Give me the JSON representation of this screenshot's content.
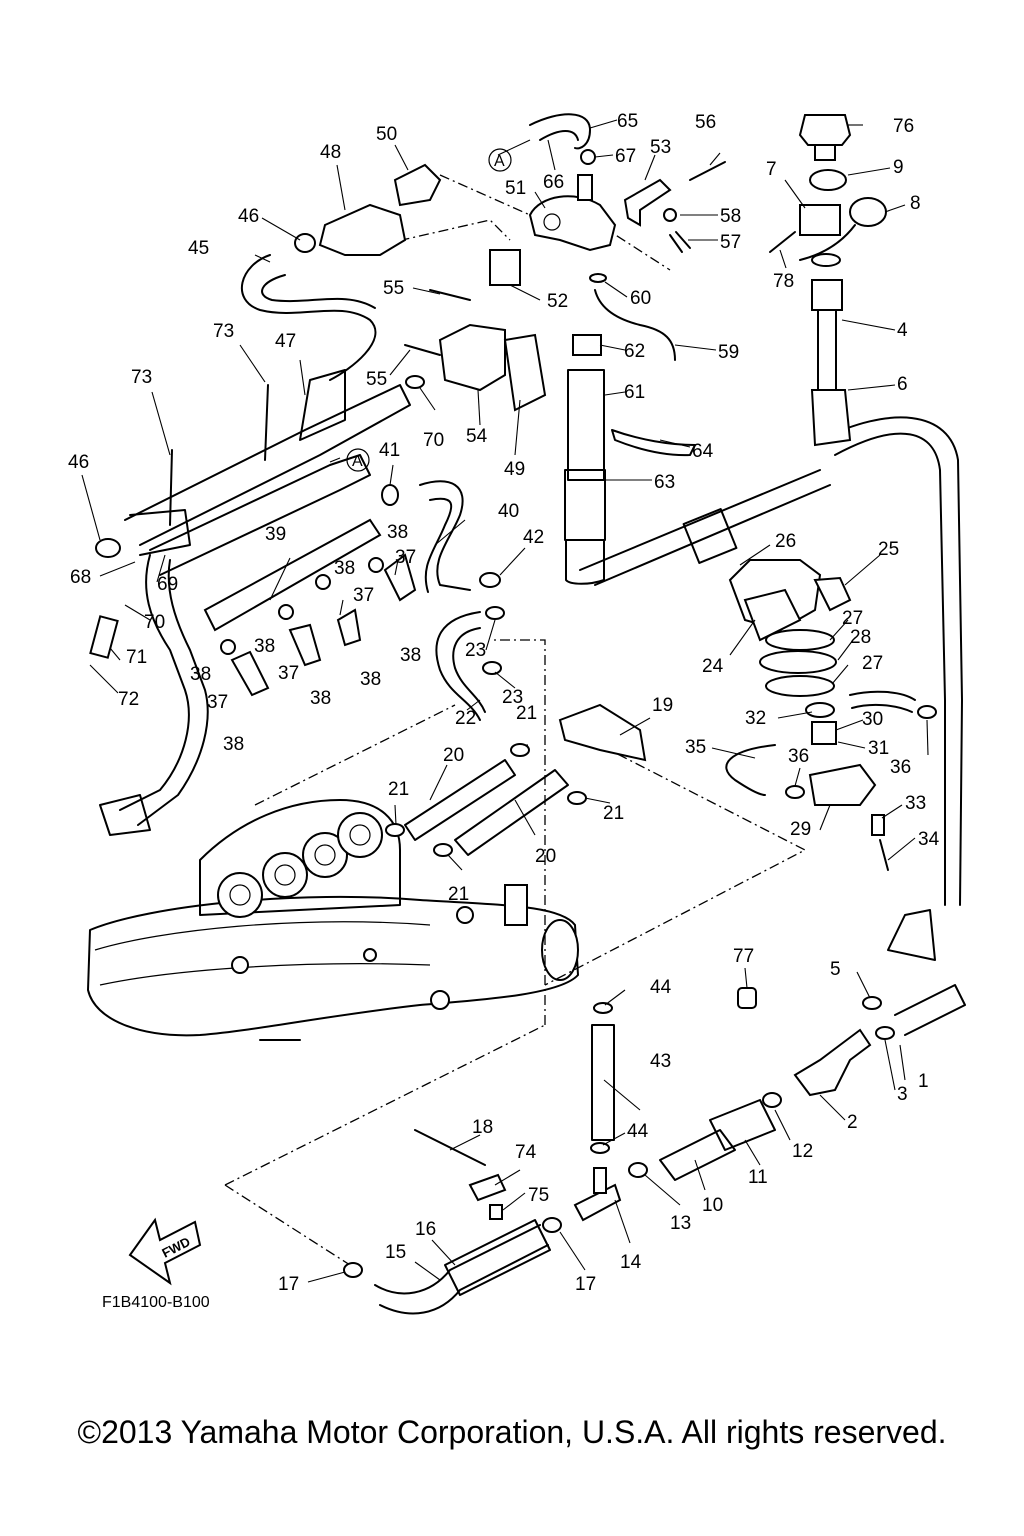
{
  "diagram": {
    "drawing_code": "F1B4100-B100",
    "direction_label": "FWD",
    "reference_mark": "A",
    "callouts": [
      "1",
      "2",
      "3",
      "4",
      "5",
      "6",
      "7",
      "8",
      "9",
      "10",
      "11",
      "12",
      "13",
      "14",
      "15",
      "16",
      "17",
      "18",
      "19",
      "20",
      "21",
      "22",
      "23",
      "24",
      "25",
      "26",
      "27",
      "28",
      "29",
      "30",
      "31",
      "32",
      "33",
      "34",
      "35",
      "36",
      "37",
      "38",
      "39",
      "40",
      "41",
      "42",
      "43",
      "44",
      "45",
      "46",
      "47",
      "48",
      "49",
      "50",
      "51",
      "52",
      "53",
      "54",
      "55",
      "56",
      "57",
      "58",
      "59",
      "60",
      "61",
      "62",
      "63",
      "64",
      "65",
      "66",
      "67",
      "68",
      "69",
      "70",
      "71",
      "72",
      "73",
      "74",
      "75",
      "76",
      "77",
      "78"
    ]
  },
  "footer": {
    "copyright": "©2013 Yamaha Motor Corporation, U.S.A. All rights reserved."
  }
}
